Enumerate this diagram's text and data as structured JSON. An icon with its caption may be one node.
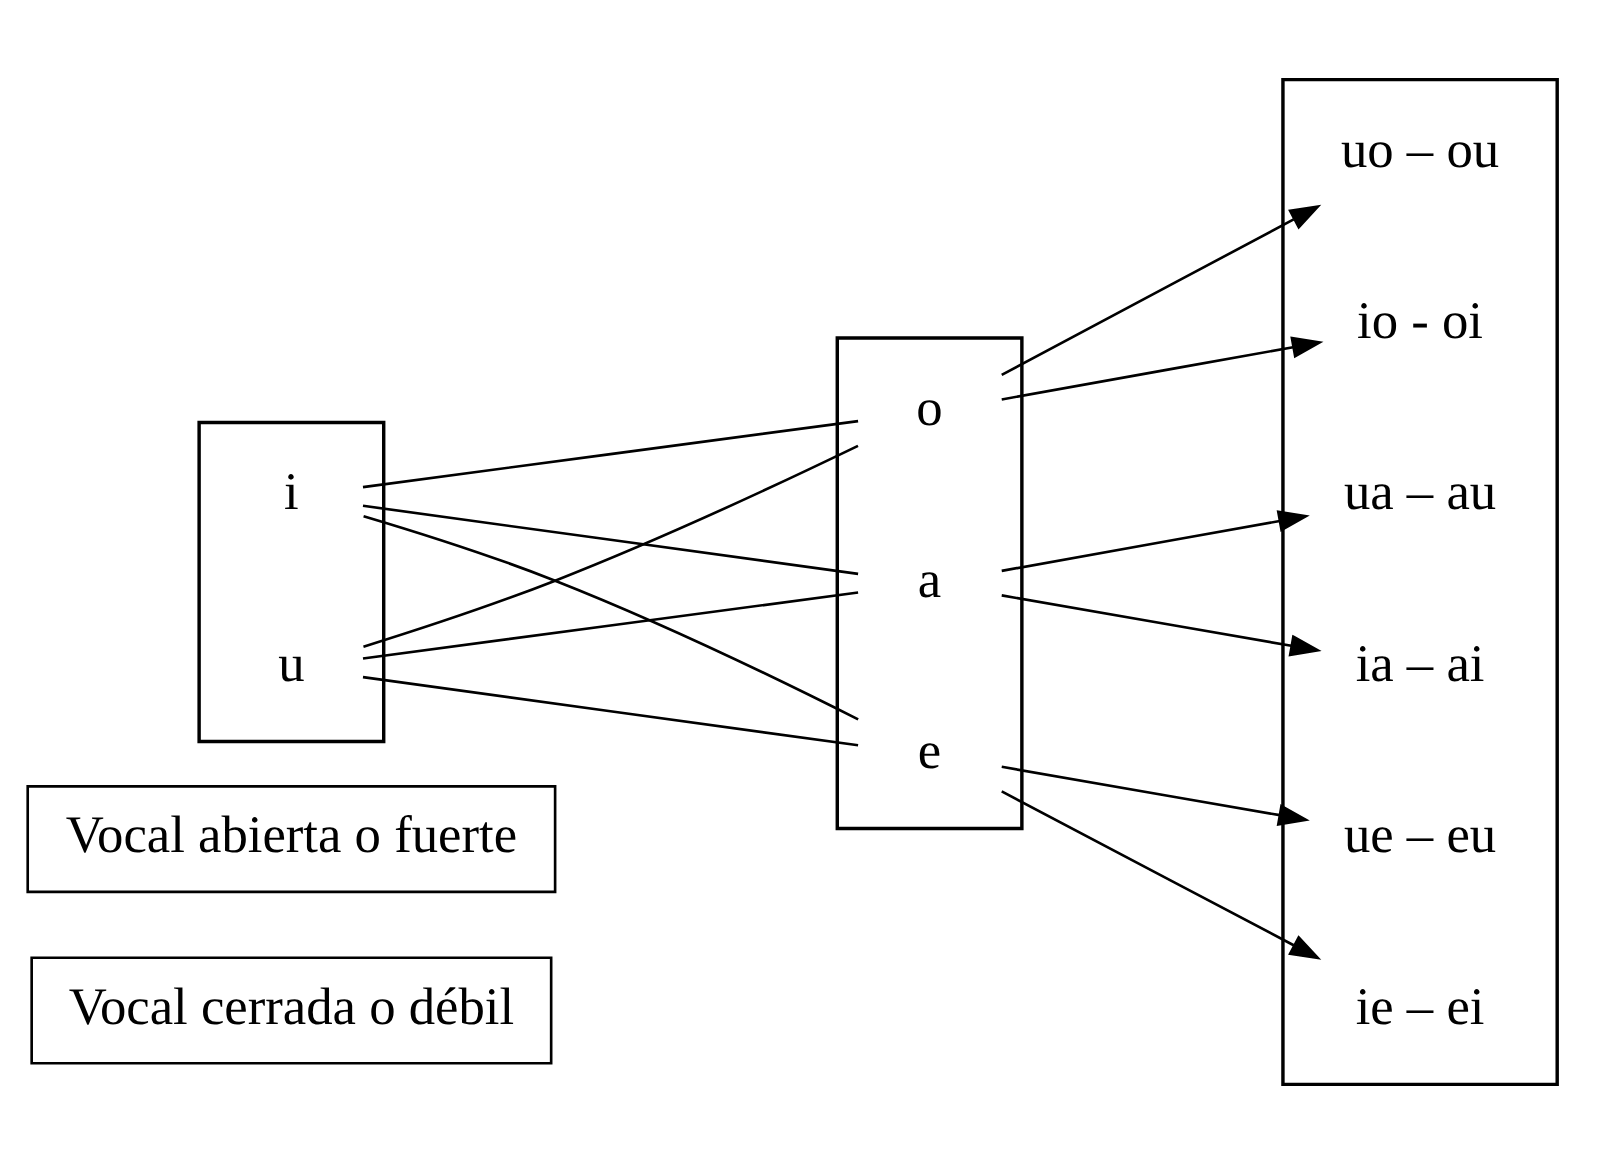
{
  "diagram": {
    "nodes": [
      {
        "text": [
          "Vocal cerrada o débil"
        ]
      },
      {
        "text": [
          "Vocal abierta o fuerte"
        ]
      },
      {
        "text": [],
        "shape": "box"
      },
      {
        "text": [
          "i"
        ],
        "in": 2
      },
      {
        "text": [
          "u"
        ],
        "in": 2
      },
      {
        "text": [],
        "shape": "box"
      },
      {
        "text": [
          "a"
        ],
        "in": 5
      },
      {
        "text": [
          "e"
        ],
        "in": 5
      },
      {
        "text": [
          "o"
        ],
        "in": 5
      },
      {
        "text": [],
        "shape": "box"
      },
      {
        "text": [
          "ua – au"
        ],
        "in": 9
      },
      {
        "text": [
          "ia – ai"
        ],
        "in": 9
      },
      {
        "text": [
          "ue – eu"
        ],
        "in": 9
      },
      {
        "text": [
          "ie – ei"
        ],
        "in": 9
      },
      {
        "text": [
          "uo – ou"
        ],
        "in": 9
      },
      {
        "text": [
          "io - oi"
        ],
        "in": 9
      }
    ],
    "edges": [
      {
        "from": 3,
        "to": 6,
        "arrow": "none"
      },
      {
        "from": 3,
        "to": 7,
        "arrow": "none"
      },
      {
        "from": 3,
        "to": 8,
        "arrow": "none"
      },
      {
        "from": 4,
        "to": 6,
        "arrow": "none"
      },
      {
        "from": 4,
        "to": 7,
        "arrow": "none"
      },
      {
        "from": 4,
        "to": 8,
        "arrow": "none"
      },
      {
        "from": 6,
        "to": 10,
        "arrow": "to"
      },
      {
        "from": 6,
        "to": 11,
        "arrow": "to"
      },
      {
        "from": 7,
        "to": 12,
        "arrow": "to"
      },
      {
        "from": 7,
        "to": 13,
        "arrow": "to"
      },
      {
        "from": 8,
        "to": 14,
        "arrow": "to"
      },
      {
        "from": 8,
        "to": 15,
        "arrow": "to"
      }
    ]
  }
}
